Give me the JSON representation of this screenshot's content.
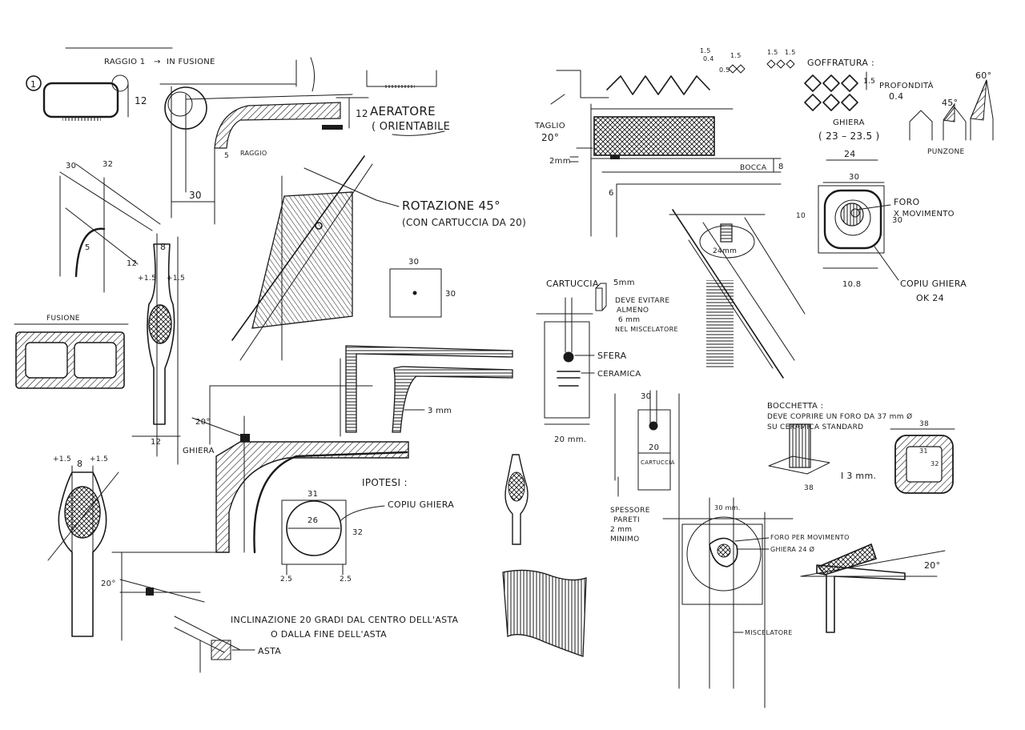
{
  "left_page": {
    "circle_number": "1",
    "labels": {
      "raggio1": "RAGGIO 1",
      "arrow": "→",
      "in_fusione": "IN FUSIONE",
      "dim12a": "12",
      "dim12b": "12",
      "aeratore_1": "AERATORE",
      "aeratore_2": "( ORIENTABILE",
      "raggio": "RAGGIO",
      "dim5a": "5",
      "dim30a": "30",
      "dim30b": "30",
      "dim32": "32",
      "dim5b": "5",
      "dim12c": "12",
      "rotazione_1": "ROTAZIONE 45°",
      "rotazione_2": "(CON CARTUCCIA DA 20)",
      "dim8a": "8",
      "tol_a1": "+1.5",
      "tol_a2": "+1.5",
      "fusione": "FUSIONE",
      "dim30c": "30",
      "dim30d": "30",
      "dim3mm": "3 mm",
      "dim20deg": "20°",
      "ghiera": "GHIERA",
      "dim12d": "12",
      "tol_b1": "+1.5",
      "dim8b": "8",
      "tol_b2": "+1.5",
      "ipotesi": "IPOTESI :",
      "copiu_ghiera": "COPIU GHIERA",
      "dim31": "31",
      "dim26": "26",
      "dim32b": "32",
      "dim25a": "2.5",
      "dim25b": "2.5",
      "dim20deg_b": "20°",
      "inclinazione_1": "INCLINAZIONE 20 GRADI DAL CENTRO DELL'ASTA",
      "inclinazione_2": "O DALLA FINE DELL'ASTA",
      "asta": "ASTA"
    }
  },
  "right_page": {
    "labels": {
      "top_a": "1.5",
      "top_b": "0.4",
      "top_c": "1.5",
      "top_d": "0.5",
      "top_e": "1.5",
      "top_f": "1.5",
      "goffratura": "GOFFRATURA :",
      "g_15": "1.5",
      "profondita": "PROFONDITÀ",
      "prof_val": "0.4",
      "deg45": "45°",
      "deg60": "60°",
      "punzone": "PUNZONE",
      "taglio": "TAGLIO",
      "taglio_deg": "20°",
      "dim2mm": "2mm",
      "dim6": "6",
      "bocca": "BOCCA",
      "dim8": "8",
      "ghiera": "GHIERA",
      "ghiera_range": "( 23 – 23.5 )",
      "dim24": "24",
      "dim30": "30",
      "dim10": "10",
      "foro_1": "FORO",
      "foro_2": "X MOVIMENTO",
      "dim30b": "30",
      "dim24mm": "24mm",
      "dim10_8": "10.8",
      "copiu_ghiera": "COPIU GHIERA",
      "ok24": "OK 24",
      "cartuccia": "CARTUCCIA",
      "dim5mm": "5mm",
      "deve_1": "DEVE EVITARE",
      "deve_2": "ALMENO",
      "deve_3": "6 mm",
      "deve_4": "NEL MISCELATORE",
      "sfera": "SFERA",
      "ceramica": "CERAMICA",
      "dim20mm": "20 mm.",
      "dim30c": "30",
      "dim20": "20",
      "cartuccia_small": "CARTUCCIA",
      "spessore_1": "SPESSORE",
      "spessore_2": "PARETI",
      "spessore_3": "2 mm",
      "spessore_4": "MINIMO",
      "boccchetta_1": "BOCCHETTA :",
      "boccchetta_2": "DEVE COPRIRE UN FORO DA 37 mm Ø",
      "boccchetta_3": "SU CERAMICA STANDARD",
      "dim38a": "38",
      "dim31": "31",
      "dim32": "32",
      "dim38b": "38",
      "dim3mm": "I 3 mm.",
      "dim30mm": "30 mm.",
      "foro_mov": "FORO PER MOVIMENTO",
      "ghiera24": "GHIERA 24 Ø",
      "miscelatore": "MISCELATORE",
      "dim20deg": "20°"
    }
  }
}
